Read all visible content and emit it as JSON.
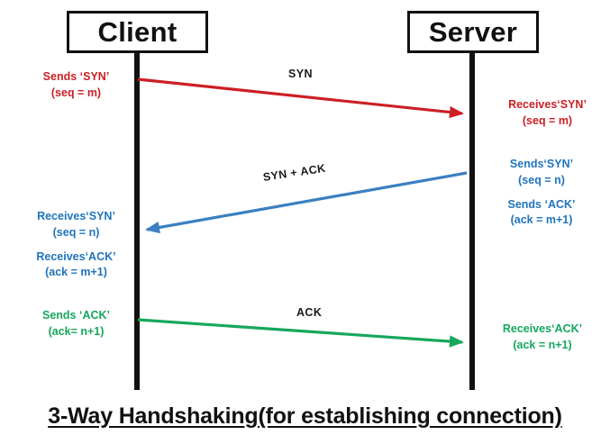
{
  "diagram": {
    "title": "3-Way Handshaking(for establishing connection)",
    "endpoints": {
      "client": "Client",
      "server": "Server"
    },
    "colors": {
      "syn": "#cc1f24",
      "syn_ack": "#1f74bd",
      "ack": "#16a75c",
      "line": "#111111",
      "background": "#ffffff"
    },
    "messages": [
      {
        "label": "SYN",
        "direction": "client-to-server",
        "color": "#cc1f24"
      },
      {
        "label": "SYN + ACK",
        "direction": "server-to-client",
        "color": "#1f74bd"
      },
      {
        "label": "ACK",
        "direction": "client-to-server",
        "color": "#16a75c"
      }
    ],
    "notes": {
      "client_syn_send": {
        "line1": "Sends ‘SYN’",
        "line2": "(seq = m)"
      },
      "server_syn_recv": {
        "line1": "Receives‘SYN’",
        "line2": "(seq = m)"
      },
      "server_synack_send": {
        "line1": "Sends‘SYN’",
        "line2": "(seq = n)",
        "line3": "Sends ‘ACK’",
        "line4": "(ack = m+1)"
      },
      "client_synack_recv": {
        "line1": "Receives‘SYN’",
        "line2": "(seq = n)",
        "line3": "Receives‘ACK’",
        "line4": "(ack = m+1)"
      },
      "client_ack_send": {
        "line1": "Sends ‘ACK’",
        "line2": "(ack= n+1)"
      },
      "server_ack_recv": {
        "line1": "Receives‘ACK’",
        "line2": "(ack = n+1)"
      }
    }
  }
}
